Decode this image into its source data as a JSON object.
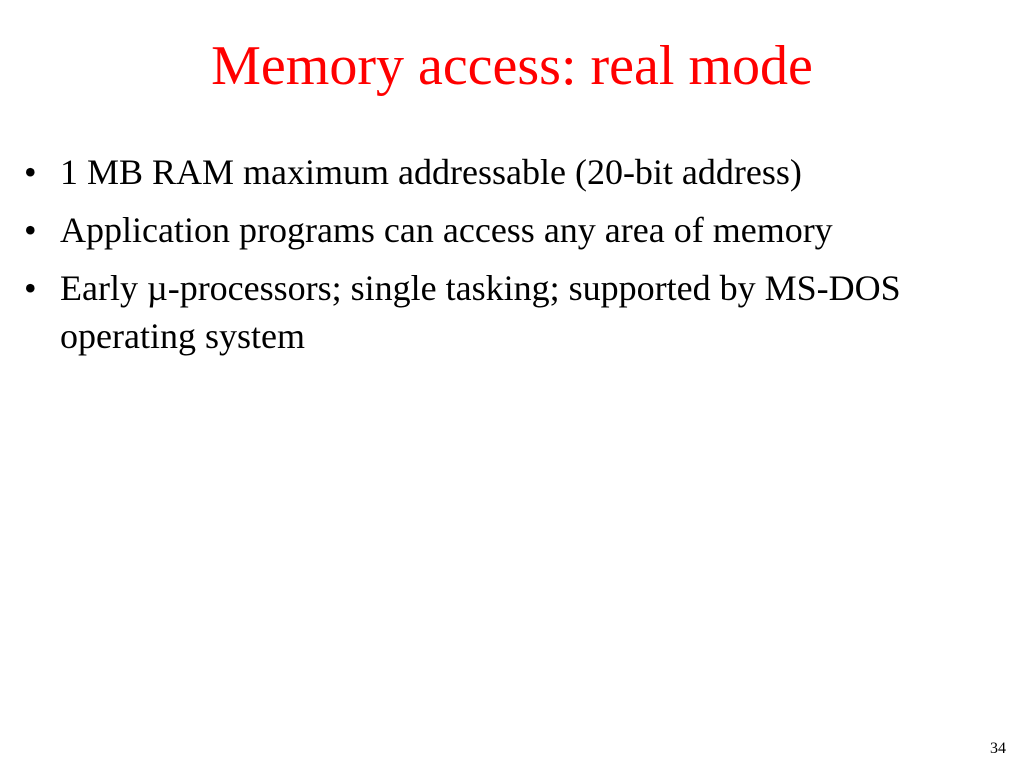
{
  "slide": {
    "title": "Memory access: real mode",
    "title_color": "#ff0000",
    "bullets": [
      {
        "marker": "•",
        "text": "1 MB RAM maximum addressable (20-bit address)"
      },
      {
        "marker": "•",
        "text": "Application programs can access any area of memory"
      },
      {
        "marker": "•",
        "text": "Early µ-processors; single tasking; supported by MS-DOS operating system"
      }
    ],
    "page_number": "34"
  }
}
